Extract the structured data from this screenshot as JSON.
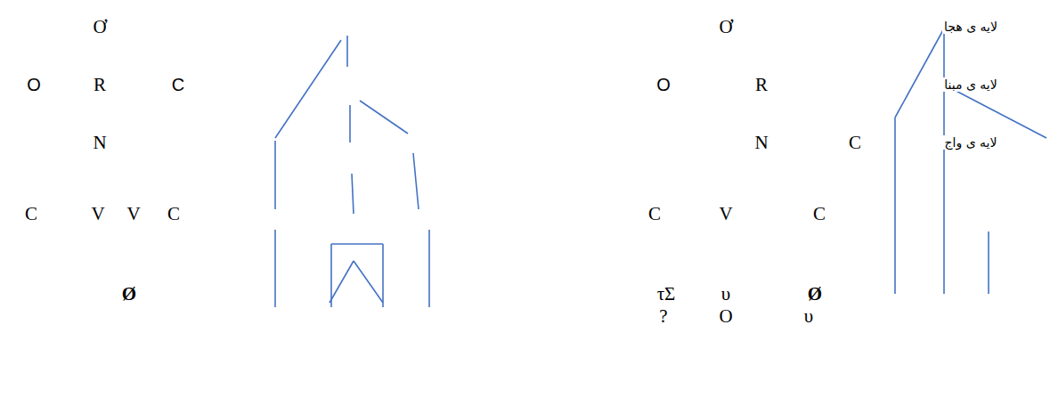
{
  "diagram": {
    "labels": [
      "Ơ",
      "Ơ",
      "لایه ی هجا",
      "O",
      "R",
      "C",
      "O",
      "R",
      "لایه ی مبنا",
      "N",
      "N",
      "C",
      "لایه ی واج",
      "C",
      "V",
      "V",
      "C",
      "C",
      "V",
      "C",
      "Ø",
      "τΣ",
      "υ",
      "Ø",
      "?",
      "O",
      "υ"
    ]
  }
}
